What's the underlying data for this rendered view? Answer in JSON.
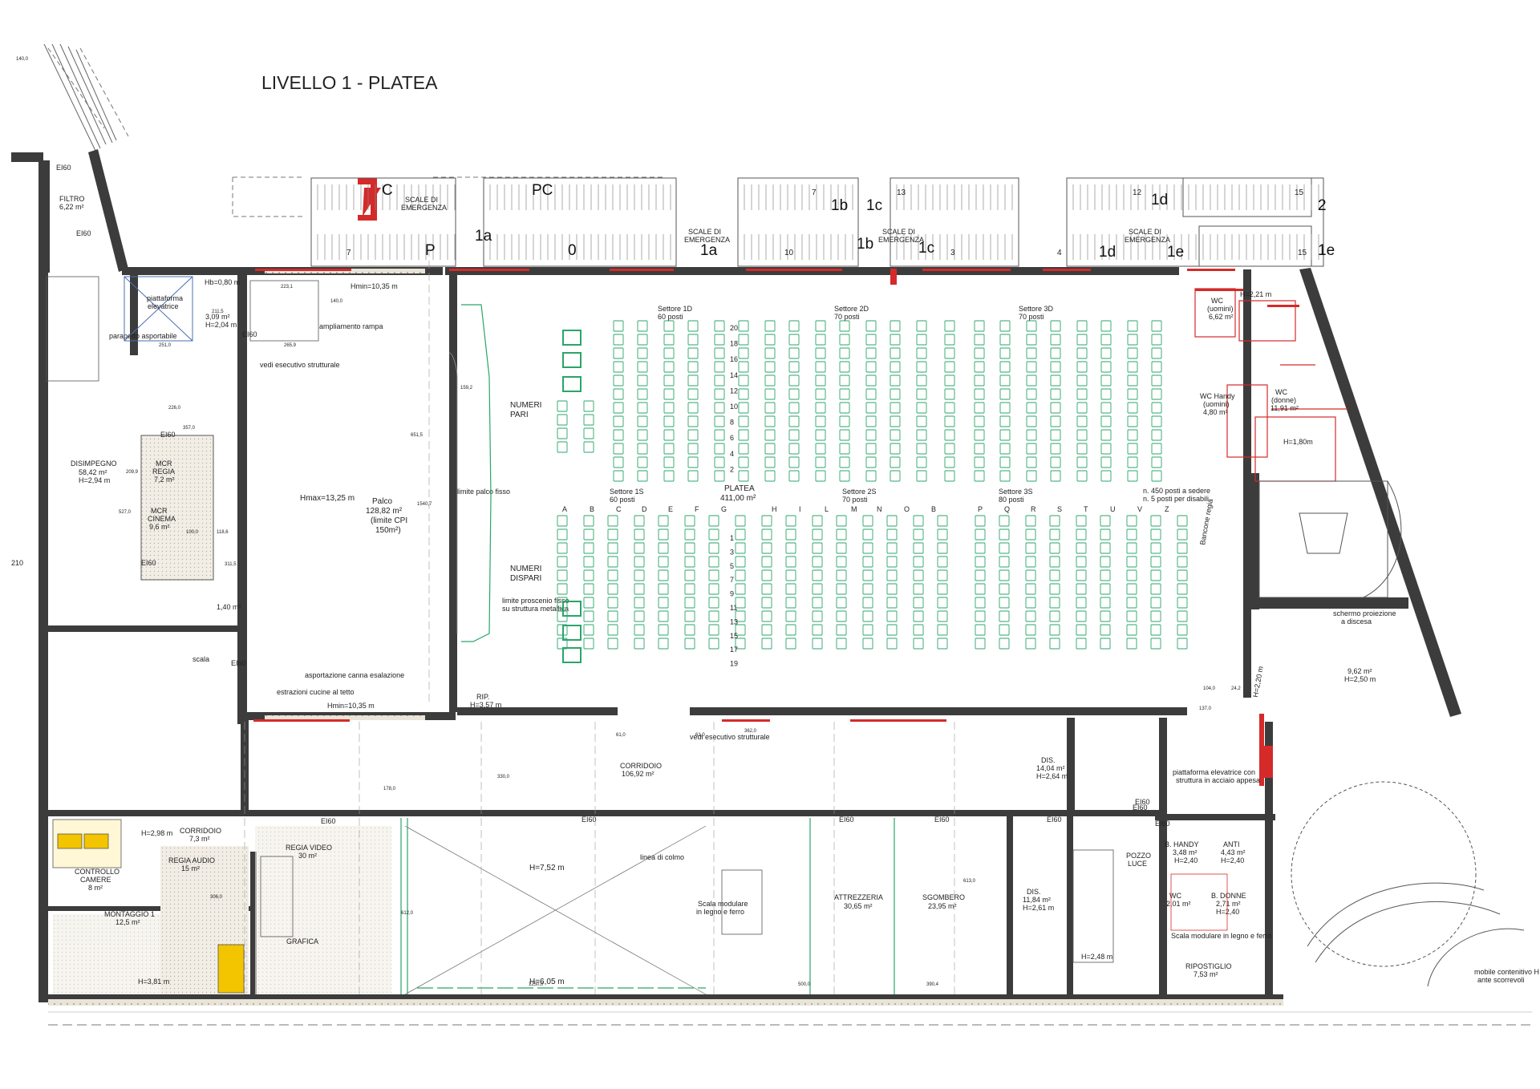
{
  "title": "LIVELLO 1 - PLATEA",
  "colors": {
    "wall": "#3c3c3c",
    "emergency": "#d42a2a",
    "seat": "#2aa56a",
    "hatch": "#cfcfcf",
    "bg": "#ffffff"
  },
  "stair_labels": [
    "C",
    "PC",
    "P",
    "1a",
    "0",
    "1a",
    "7",
    "1b",
    "1c",
    "1b",
    "1c",
    "13",
    "12",
    "1d",
    "15",
    "2",
    "10",
    "3",
    "4",
    "1d",
    "1e",
    "15",
    "1e",
    "7"
  ],
  "emergency_labels": {
    "scale_1": "SCALE DI\nEMERGENZA",
    "line1": "SCALE DI",
    "line2": "EMERGENZA"
  },
  "rooms": {
    "filtro": {
      "name": "FILTRO",
      "area": "6,22 m²"
    },
    "piattaforma": {
      "name": "piattaforma",
      "name2": "elevatrice"
    },
    "hb": "Hb=0,80 m",
    "area_309": "3,09 m²",
    "h_204": "H=2,04 m",
    "parapetto": "parapetto asportabile",
    "ampliamento": "ampliamento rampa",
    "vedi_strutturale": "vedi esecutivo strutturale",
    "hmin_top": "Hmin=10,35 m",
    "hmin_bottom": "Hmin=10,35 m",
    "disimpegno": {
      "name": "DISIMPEGNO",
      "area": "58,42 m²",
      "h": "H=2,94 m"
    },
    "mcr_regia": {
      "name": "MCR",
      "name2": "REGIA",
      "area": "7,2 m²"
    },
    "mcr_cinema": {
      "name": "MCR",
      "name2": "CINEMA",
      "area": "9,6 m²"
    },
    "palco": {
      "name": "Palco",
      "area": "128,82 m²",
      "note": "(limite CPI",
      "note2": "150m²)",
      "hmax": "Hmax=13,25 m"
    },
    "limite_palco": "limite palco fisso",
    "limite_proscenio": "limite proscenio fisso",
    "limite_proscenio2": "su struttura metallica",
    "numeri_pari": {
      "l1": "NUMERI",
      "l2": "PARI"
    },
    "numeri_dispari": {
      "l1": "NUMERI",
      "l2": "DISPARI"
    },
    "scala": "scala",
    "h140": "1,40 m²",
    "asportazione": "asportazione canna esalazione",
    "estrazioni": "estrazioni cucine al tetto",
    "rip": {
      "name": "RIP.",
      "h": "H=3,57 m"
    },
    "platea": {
      "name": "PLATEA",
      "area": "411,00 m²"
    },
    "posti": {
      "l1": "n. 450 posti a sedere",
      "l2": "n. 5 posti per disabili"
    },
    "bancone": "Bancone regia",
    "wc_uomini": {
      "name": "WC",
      "name2": "(uomini)",
      "area": "6,62 m²"
    },
    "wc_handy": {
      "name": "WC Handy",
      "name2": "(uomini)",
      "area": "4,80 m²"
    },
    "wc_donne": {
      "name": "WC",
      "name2": "(donne)",
      "area": "11,91 m²"
    },
    "h_180": "H=1,80m",
    "h_221": "H=2,21 m",
    "schermo": {
      "l1": "schermo proiezione",
      "l2": "a discesa"
    },
    "room_962": {
      "area": "9,62 m²",
      "h": "H=2,50 m"
    },
    "h_220": "H=2,20 m",
    "corridoio": {
      "name": "CORRIDOIO",
      "area": "106,92 m²"
    },
    "vedi_strutturale2": "vedi esecutivo strutturale",
    "dis1": {
      "name": "DIS.",
      "area": "14,04 m²",
      "h": "H=2,64 m"
    },
    "piattaforma2": {
      "l1": "piattaforma elevatrice con",
      "l2": "struttura in acciaio appesa"
    },
    "corridoio2": {
      "name": "CORRIDOIO",
      "area": "7,3 m²"
    },
    "h_298": "H=2,98 m",
    "controllo": {
      "name": "CONTROLLO",
      "name2": "CAMERE",
      "area": "8 m²"
    },
    "regia_audio": {
      "name": "REGIA AUDIO",
      "area": "15 m²"
    },
    "regia_video": {
      "name": "REGIA VIDEO",
      "area": "30 m²"
    },
    "montaggio": {
      "name": "MONTAGGIO 1",
      "area": "12,5 m²"
    },
    "grafica": "GRAFICA",
    "h_381": "H=3,81 m",
    "h_752": "H=7,52 m",
    "h_605": "H=6,05 m",
    "linea_olmo": "linea di colmo",
    "scala_modulare": {
      "l1": "Scala modulare",
      "l2": "in legno e ferro"
    },
    "attrezzeria": {
      "name": "ATTREZZERIA",
      "area": "30,65 m²"
    },
    "sgombero": {
      "name": "SGOMBERO",
      "area": "23,95 m²"
    },
    "dis2": {
      "name": "DIS.",
      "area": "11,84 m²",
      "h": "H=2,61 m"
    },
    "h_248": "H=2,48 m",
    "pozzo": {
      "name": "POZZO",
      "name2": "LUCE"
    },
    "handy": {
      "name": "B. HANDY",
      "area": "3,48 m²",
      "h": "H=2,40"
    },
    "anti": {
      "name": "ANTI",
      "area": "4,43 m²",
      "h": "H=2,40"
    },
    "wc2": {
      "name": "WC",
      "area": "2,01 m²"
    },
    "b_donne": {
      "name": "B. DONNE",
      "area": "2,71 m²",
      "h": "H=2,40"
    },
    "scala_modulare2": "Scala modulare in legno e ferro",
    "ripostiglio": {
      "name": "RIPOSTIGLIO",
      "area": "7,53 m²"
    },
    "mobile": {
      "l1": "mobile contenitivo H",
      "l2": "ante scorrevoli"
    },
    "ei60": "EI60",
    "n210": "210"
  },
  "sectors": {
    "s1d": {
      "name": "Settore 1D",
      "seats": "60 posti"
    },
    "s2d": {
      "name": "Settore 2D",
      "seats": "70 posti"
    },
    "s3d": {
      "name": "Settore 3D",
      "seats": "70 posti"
    },
    "s1s": {
      "name": "Settore 1S",
      "seats": "60 posti"
    },
    "s2s": {
      "name": "Settore 2S",
      "seats": "70 posti"
    },
    "s3s": {
      "name": "Settore 3S",
      "seats": "80 posti"
    }
  },
  "row_numbers_even": [
    "20",
    "18",
    "16",
    "14",
    "12",
    "10",
    "8",
    "6",
    "4",
    "2"
  ],
  "row_numbers_odd": [
    "1",
    "3",
    "5",
    "7",
    "9",
    "11",
    "13",
    "15",
    "17",
    "19"
  ],
  "column_letters": [
    "A",
    "B",
    "C",
    "D",
    "E",
    "F",
    "G",
    "H",
    "I",
    "L",
    "M",
    "N",
    "O",
    "B",
    "P",
    "Q",
    "R",
    "S",
    "T",
    "U",
    "V",
    "Z"
  ],
  "dimensions": [
    "140,0",
    "651,5",
    "1540,7",
    "159,2",
    "357,0",
    "527,0",
    "209,9",
    "251,0",
    "265,9",
    "223,1",
    "140,0",
    "211,5",
    "226,0",
    "100,0",
    "118,6",
    "311,5",
    "61,0",
    "61,0",
    "362,0",
    "330,0",
    "178,0",
    "1250,0",
    "500,0",
    "390,4",
    "306,0",
    "613,0",
    "612,0",
    "137,0",
    "104,0",
    "24,2"
  ]
}
